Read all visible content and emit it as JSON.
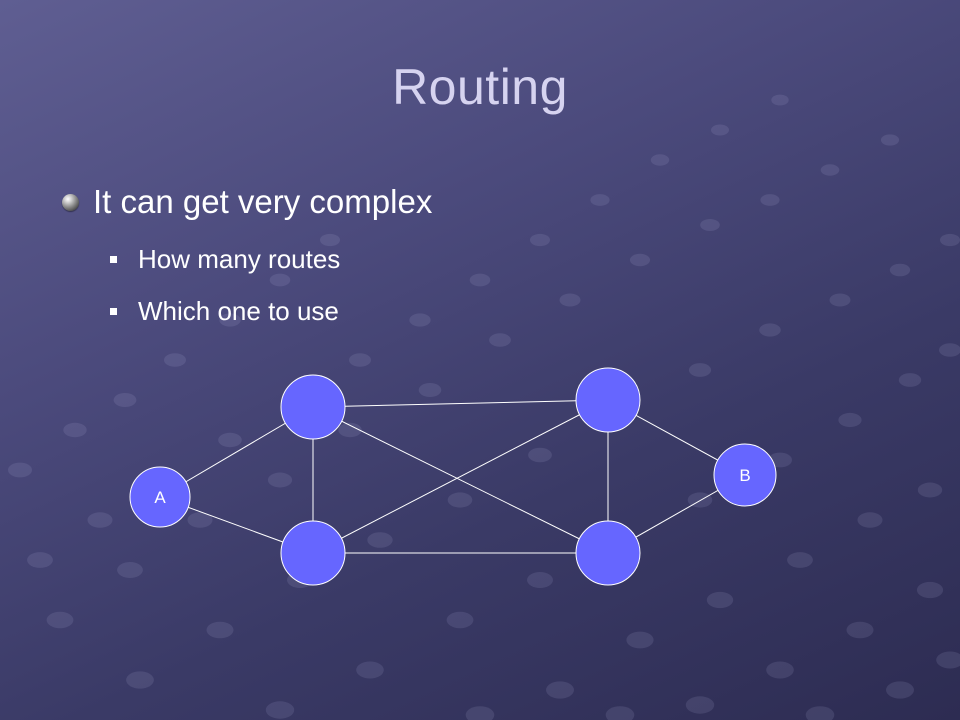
{
  "slide": {
    "title": "Routing",
    "bullet": "It can get very complex",
    "sub_bullets": [
      "How many routes",
      "Which one to use"
    ]
  },
  "diagram": {
    "nodes": [
      {
        "id": "A",
        "label": "A"
      },
      {
        "id": "B",
        "label": "B"
      },
      {
        "id": "n1",
        "label": ""
      },
      {
        "id": "n2",
        "label": ""
      },
      {
        "id": "n3",
        "label": ""
      },
      {
        "id": "n4",
        "label": ""
      }
    ],
    "edges": [
      [
        "A",
        "n1"
      ],
      [
        "A",
        "n2"
      ],
      [
        "n1",
        "n2"
      ],
      [
        "n1",
        "n3"
      ],
      [
        "n1",
        "n4"
      ],
      [
        "n2",
        "n3"
      ],
      [
        "n2",
        "n4"
      ],
      [
        "n3",
        "n4"
      ],
      [
        "n3",
        "B"
      ],
      [
        "n4",
        "B"
      ]
    ]
  },
  "colors": {
    "node_fill": "#6666ff",
    "node_stroke": "#ffffff",
    "edge": "#ffffff",
    "title": "#d6d3f0"
  }
}
